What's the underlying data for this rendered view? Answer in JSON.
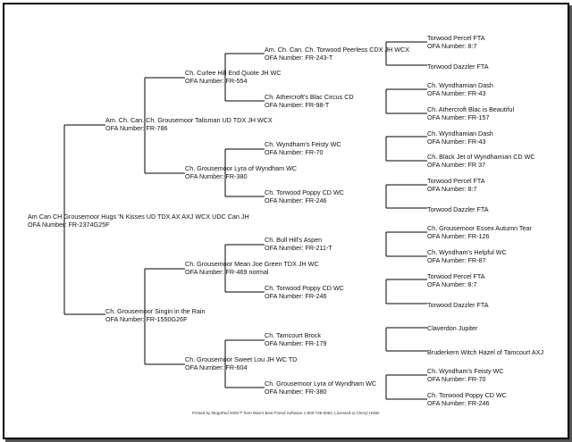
{
  "subject": {
    "name": "Am Can CH Grousemoor Hugs 'N Kisses UD TDX AX AXJ WCX UDC Can JH",
    "ofa": "OFA Number: FR-2374G25F"
  },
  "sire": {
    "name": "Am. Ch. Can. Ch. Grousemoor Talisman UD TDX JH WCX",
    "ofa": "OFA Number: FR-786"
  },
  "dam": {
    "name": "Ch. Grousemoor Singin in the Rain",
    "ofa": "OFA Number: FR-1550G26F"
  },
  "gen3": [
    {
      "name": "Ch. Curlee Hill End Quote JH WC",
      "ofa": "OFA Number: FR-554"
    },
    {
      "name": "Ch. Grousemoor Lyra of Wyndham WC",
      "ofa": "OFA Number: FR-380"
    },
    {
      "name": "Ch. Grousemoor Mean Joe Green TDX JH WC",
      "ofa": "OFA Number: FR-469 normal"
    },
    {
      "name": "Ch. Grousemoor Sweet Lou JH WC TD",
      "ofa": "OFA Number: FR-604"
    }
  ],
  "gen4": [
    {
      "name": "Am. Ch. Can. Ch. Torwood Peerless CDX JH WCX",
      "ofa": "OFA Number: FR-243-T"
    },
    {
      "name": "Ch. Athercroft's Blac Circus CD",
      "ofa": "OFA Number: FR-98-T"
    },
    {
      "name": "Ch. Wyndham's Feisty WC",
      "ofa": "OFA Number: FR-70"
    },
    {
      "name": "Ch. Torwood Poppy CD WC",
      "ofa": "OFA Number: FR-246"
    },
    {
      "name": "Ch. Bull Hill's Aspen",
      "ofa": "OFA Number: FR-211-T"
    },
    {
      "name": "Ch. Torwood Poppy CD WC",
      "ofa": "OFA Number: FR-246"
    },
    {
      "name": "Ch. Tamcourt Brock",
      "ofa": "OFA Number: FR-179"
    },
    {
      "name": "Ch. Grousemoor Lyra of Wyndham WC",
      "ofa": "OFA Number: FR-380"
    }
  ],
  "gen5": [
    {
      "name": "Torwood Percel FTA",
      "ofa": "OFA Number: 8:7"
    },
    {
      "name": "Torwood Dazzler FTA",
      "ofa": ""
    },
    {
      "name": "Ch. Wyndhamian Dash",
      "ofa": "OFA Number: FR-43"
    },
    {
      "name": "Ch. Athercroft Blac is Beautiful",
      "ofa": "OFA Number: FR-157"
    },
    {
      "name": "Ch. Wyndhamian Dash",
      "ofa": "OFA Number: FR-43"
    },
    {
      "name": "Ch. Black Jet of Wyndhamian CD WC",
      "ofa": "OFA Number: FR 37"
    },
    {
      "name": "Torwood Percel FTA",
      "ofa": "OFA Number: 8:7"
    },
    {
      "name": "Torwood Dazzler FTA",
      "ofa": ""
    },
    {
      "name": "Ch. Grousemoor Essex Autumn Tear",
      "ofa": "OFA Number: FR-126"
    },
    {
      "name": "Ch. Wyndham's Helpful WC",
      "ofa": "OFA Number: FR-87"
    },
    {
      "name": "Torwood Percel FTA",
      "ofa": "OFA Number: 8:7"
    },
    {
      "name": "Torwood Dazzler FTA",
      "ofa": ""
    },
    {
      "name": "Claverdon Jupiter",
      "ofa": ""
    },
    {
      "name": "Bruderkern Witch Hazel of Tamcourt AXJ",
      "ofa": ""
    },
    {
      "name": "Ch. Wyndham's Feisty WC",
      "ofa": "OFA Number: FR-70"
    },
    {
      "name": "Ch. Torwood Poppy CD WC",
      "ofa": "OFA Number: FR-246"
    }
  ],
  "footer": "Printed by MegaPed 2000™ from Wan's Best Friend Software 1-800-746-5064, Licensed to Cheryl Holter"
}
